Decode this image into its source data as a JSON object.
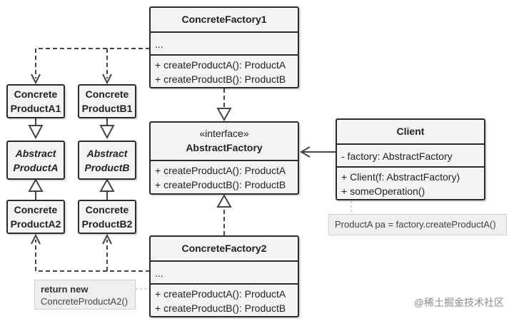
{
  "concrete_factory1": {
    "title": "ConcreteFactory1",
    "fields": "...",
    "methods": [
      "+ createProductA(): ProductA",
      "+ createProductB(): ProductB"
    ]
  },
  "concrete_factory2": {
    "title": "ConcreteFactory2",
    "fields": "...",
    "methods": [
      "+ createProductA(): ProductA",
      "+ createProductB(): ProductB"
    ]
  },
  "abstract_factory": {
    "stereotype": "«interface»",
    "title": "AbstractFactory",
    "methods": [
      "+ createProductA(): ProductA",
      "+ createProductB(): ProductB"
    ]
  },
  "client": {
    "title": "Client",
    "fields": "- factory: AbstractFactory",
    "methods": [
      "+ Client(f: AbstractFactory)",
      "+ someOperation()"
    ]
  },
  "products": {
    "a1": [
      "Concrete",
      "ProductA1"
    ],
    "b1": [
      "Concrete",
      "ProductB1"
    ],
    "abstract_a": [
      "Abstract",
      "ProductA"
    ],
    "abstract_b": [
      "Abstract",
      "ProductB"
    ],
    "a2": [
      "Concrete",
      "ProductA2"
    ],
    "b2": [
      "Concrete",
      "ProductB2"
    ]
  },
  "notes": {
    "client_note": "ProductA pa = factory.createProductA()",
    "factory2_note_line1": "return new",
    "factory2_note_line2": "ConcreteProductA2()"
  },
  "watermark": "@稀土掘金技术社区"
}
